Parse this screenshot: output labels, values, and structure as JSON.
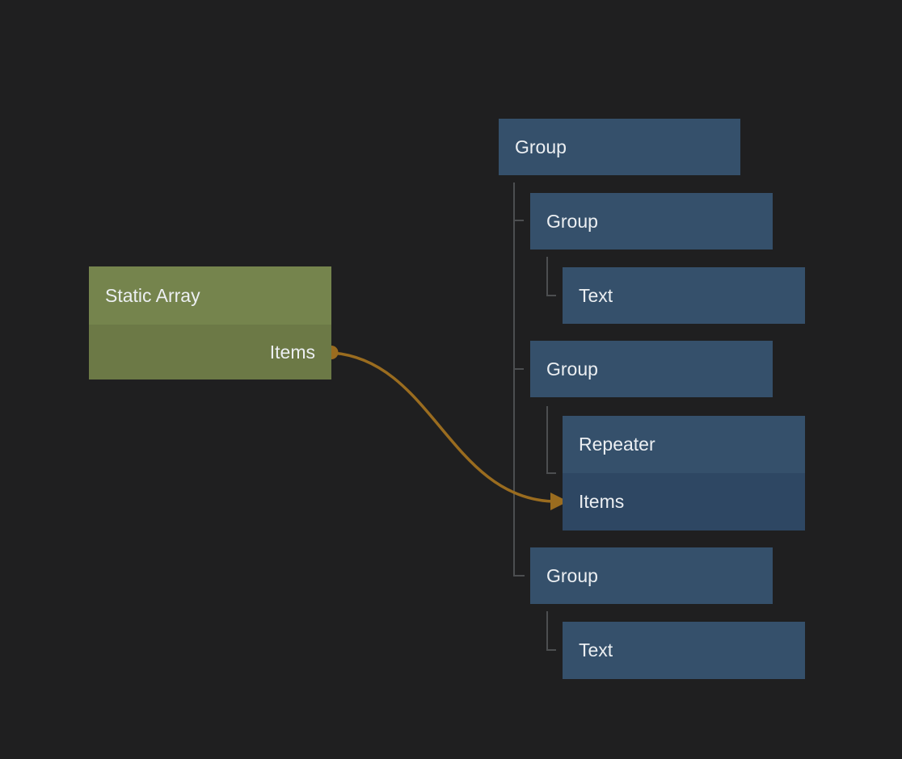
{
  "canvas": {
    "background_color": "#1f1f20"
  },
  "colors": {
    "node_green_header": "#75844d",
    "node_green_row": "#6c7946",
    "node_blue_header": "#35506b",
    "node_blue_row": "#2e4763",
    "label_text": "#eceff2",
    "tree_line": "#4c4e50",
    "wire": "#9a6c1f"
  },
  "nodes": {
    "static_array": {
      "title": "Static Array",
      "output_port_label": "Items"
    },
    "group_top": {
      "title": "Group"
    },
    "group_child_1": {
      "title": "Group"
    },
    "text_1": {
      "title": "Text"
    },
    "group_child_2": {
      "title": "Group"
    },
    "repeater": {
      "title": "Repeater",
      "input_port_label": "Items"
    },
    "group_child_3": {
      "title": "Group"
    },
    "text_2": {
      "title": "Text"
    }
  }
}
